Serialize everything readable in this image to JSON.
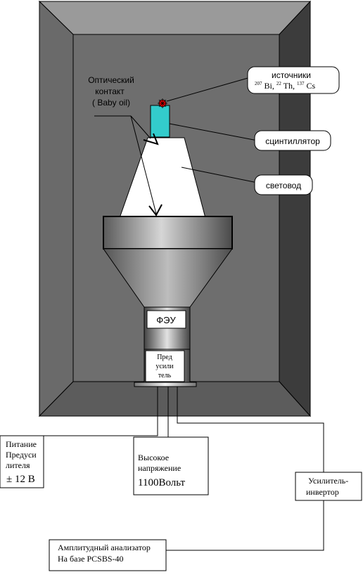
{
  "labels": {
    "optical_contact_line1": "Оптический",
    "optical_contact_line2": "контакт",
    "optical_contact_line3": "( Baby oil)",
    "sources_line1": "источники",
    "sources_iso1_mass": "207",
    "sources_iso1_sym": "Bi,",
    "sources_iso2_mass": "22",
    "sources_iso2_sym": "Th,",
    "sources_iso3_mass": "137",
    "sources_iso3_sym": "Cs",
    "scintillator": "сцинтиллятор",
    "light_guide": "световод",
    "pmt": "ФЭУ",
    "preamp_line1": "Пред",
    "preamp_line2": "усили",
    "preamp_line3": "тель",
    "power_line1": "Питание",
    "power_line2": "Предуси",
    "power_line3": "лителя",
    "power_line4": "± 12 В",
    "hv_line1": "Высокое",
    "hv_line2": "напряжение",
    "hv_line3": "1100Вольт",
    "amp_inv_line1": "Усилитель-",
    "amp_inv_line2": "инвертор",
    "analyzer_line1": "Амплитудный анализатор",
    "analyzer_line2": "На базе PCSBS-40"
  },
  "colors": {
    "outer_frame": "#7b7b7b",
    "top_bevel": "#9a9a9a",
    "left_bevel": "#6a6a6a",
    "right_bevel": "#3c3c3c",
    "bottom_bevel": "#5c5c5c",
    "inner_back": "#6e6e6e",
    "scintillator": "#33cccc",
    "source_dot": "#ff0000",
    "light_guide": "#ffffff",
    "pmt_metal": "#8a8a8a"
  }
}
